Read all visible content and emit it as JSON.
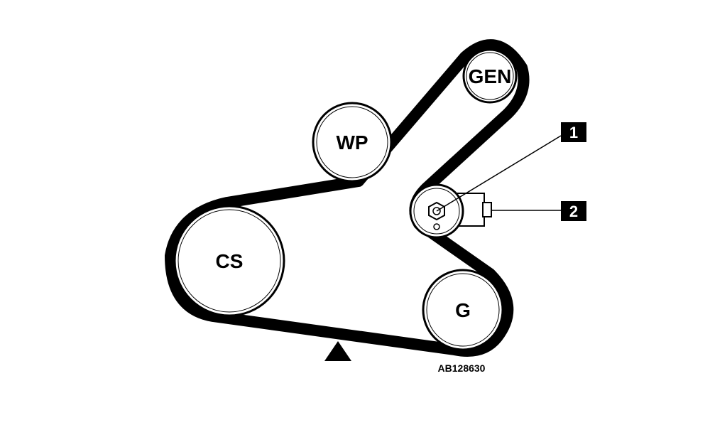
{
  "diagram": {
    "pulleys": {
      "gen": "GEN",
      "wp": "WP",
      "cs": "CS",
      "g": "G"
    },
    "callouts": {
      "one": "1",
      "two": "2"
    },
    "reference_code": "AB128630"
  }
}
